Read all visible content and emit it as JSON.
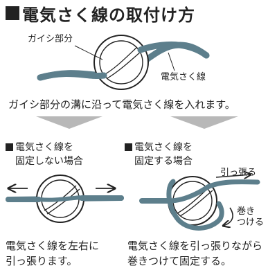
{
  "title": "電気さく線の取付け方",
  "top_diagram": {
    "label_insulator": "ガイシ部分",
    "label_wire": "電気さく線"
  },
  "instruction": "ガイシ部分の溝に沿って電気さく線を入れます。",
  "left_panel": {
    "heading_line1": "電気さく線を",
    "heading_line2": "固定しない場合",
    "caption_line1": "電気さく線を左右に",
    "caption_line2": "引っ張ります。"
  },
  "right_panel": {
    "heading_line1": "電気さく線を",
    "heading_line2": "固定する場合",
    "label_pull": "引っ張る",
    "label_wrap_line1": "巻き",
    "label_wrap_line2": "つける",
    "caption_line1": "電気さく線を引っ張りながら",
    "caption_line2": "巻きつけて固定する。"
  },
  "colors": {
    "wire": "#5d7f8c",
    "arrow_fill": "#b8b8b8",
    "outline": "#222222"
  }
}
